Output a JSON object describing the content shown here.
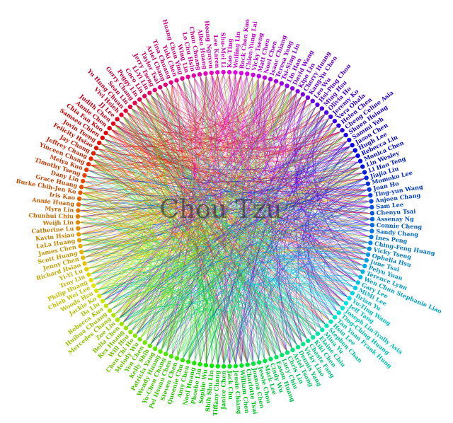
{
  "center_label": "Chou Tzu",
  "nodes": [
    "Weiling Lin",
    "Rock Chen Kuo",
    "Chien-Yung Lai",
    "Vicky Tseng",
    "Matt Chen",
    "Noel Chen",
    "Isaac Chiang",
    "Teresa Yang",
    "Tsi-Sing Lin",
    "Lin Han",
    "David Wang",
    "Kipo Lin",
    "Cherry Huang",
    "Kang-Yu Chen",
    "Leo Wu",
    "Hsi-Ping Chou",
    "Ming Hsu",
    "Olivia Ho",
    "Jeremy Ko",
    "Vera Ohala",
    "Helen Chen",
    "Cheng Celine Asia",
    "Shuen Hsiung",
    "Sammi Yeh",
    "Jason Chen",
    "Hugh Lee",
    "Rebecca Lin",
    "Monica Chen",
    "Lin Wesley",
    "Li Hao Teng",
    "Jiajia Liu",
    "Momoko Lee",
    "Joan Ho",
    "Ting-yun Wang",
    "Anjoen Chang",
    "Sam Lee",
    "Chenyu Tsai",
    "Assenay Ng",
    "Connie Cheng",
    "Sandy Chang",
    "Ines Peng",
    "Ching-Feng Huang",
    "Vicky Tseng",
    "Ophelia Hsu",
    "June Tsai",
    "Peiyu Yuan",
    "Terence Lynn",
    "Wen Chun Stephanie Liao",
    "Gary Lee",
    "MiMi Lee",
    "Brian Yu",
    "Yu-Ting Wang",
    "Jeff Tang",
    "Joseph Lin-Trolly Asia",
    "Ting-Ching Huang",
    "Tan Yuan Frank Hung",
    "Hsin Lee",
    "Stephen Chan",
    "Mina Yu",
    "Elaine Chiu",
    "Kiki Chen",
    "Chaste Fang",
    "Vicky Liao",
    "Dennis Yang",
    "Ariel Tsang",
    "Chris Lin",
    "Lucy Chiu",
    "Eason Huang",
    "Cindy Wu",
    "Mark Lee",
    "Jessie Chou",
    "Joanna Chen",
    "Charlotte Tsai",
    "William Chen",
    "Jessie Chiang",
    "Jack Chu",
    "Janice Chen",
    "Tiffany Chang",
    "Shih Shu Lin",
    "Sophie Wu",
    "Phoebe Lin",
    "Noel Huang",
    "Amy Chen",
    "Queenie Chu",
    "Steven Chen",
    "Pei Hsuan Chen",
    "Yu-Chen Chang",
    "Wendy Huang",
    "Patricia Yang",
    "Kelly Shih",
    "Yen Chen",
    "Melody Wu",
    "Chen Chi Ho",
    "Will Hsu",
    "Rex Huang",
    "Bella Chen",
    "Zoe Lin",
    "Mercedes Chang",
    "Huihua Chuang",
    "Rebecca Kuo",
    "Da Liu",
    "Jackie Ko",
    "Woods Hsu",
    "Chieh Wei Lee",
    "Philip Huang",
    "Troy Lin",
    "Yi-Yi Lu",
    "Richard Hsiao",
    "Jenny Chen",
    "Scott Huang",
    "James Chen",
    "LaLa Huang",
    "Kavin Hsiao",
    "Catherine Lu",
    "Weijh Lin",
    "Chunhui Chiu",
    "Myra Lin",
    "Annie Huang",
    "Iris Kao",
    "Burke Chih-Jen Ko",
    "Grace Huang",
    "Dany Lin",
    "Timothy Tseng",
    "Meiya Kuo",
    "Yinceen Chang",
    "Jeffrey Chang",
    "Jay Chang",
    "Felicity Hsiao",
    "Jovin Tseng",
    "Samsen Chien",
    "Chia Fan Kuo",
    "Annie Chen",
    "Judith Chen",
    "JJ Lee",
    "Vivi Hsieh",
    "Yu Hung Chuan",
    "Sean Lin",
    "Gerry Chang",
    "Peggy Lin",
    "Coco Lin",
    "Li-Yi Lin",
    "Jerry Tseng",
    "Taylor Tsai",
    "Ariel Chang",
    "Tina Chuang",
    "Yuki Chen",
    "Huang Chun Ying",
    "Wing Lin",
    "Lo Chu Hsin",
    "Chun Chuang",
    "Allen Huang",
    "Hoang Nguyen",
    "Lee Karen",
    "Shu-Mei Li",
    "Kao Ting"
  ]
}
